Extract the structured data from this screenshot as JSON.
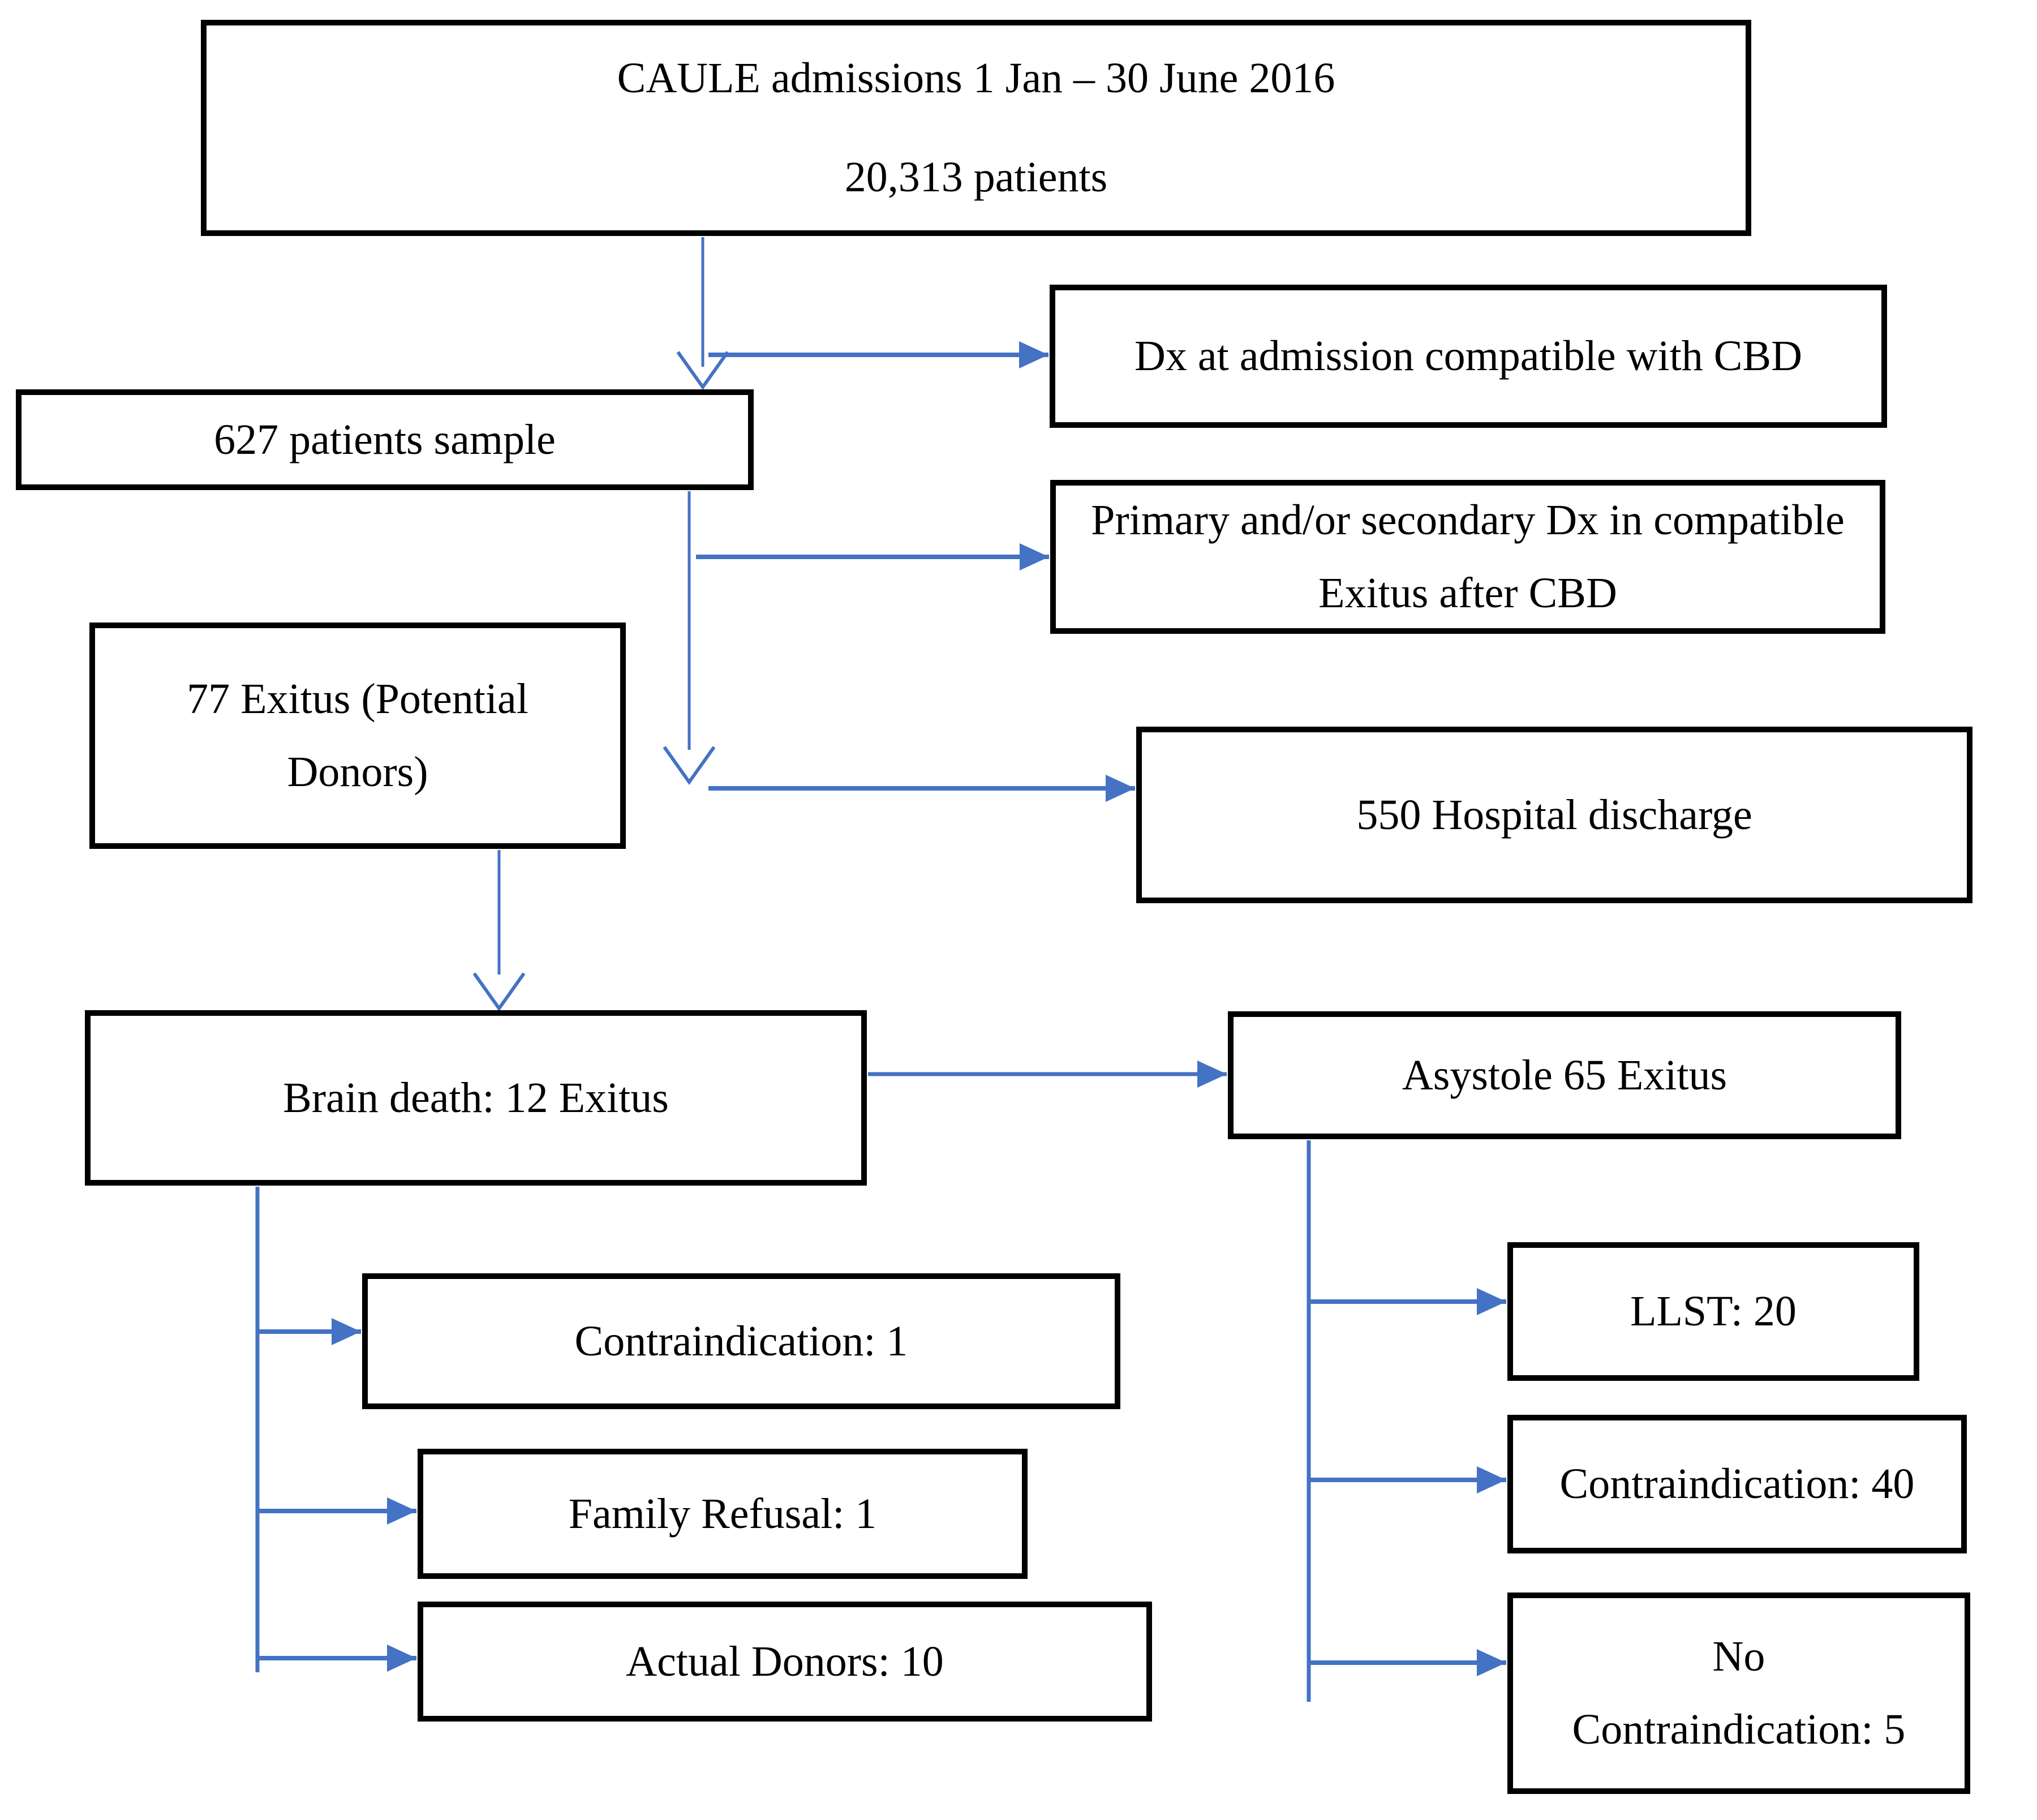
{
  "diagram": {
    "type": "flowchart",
    "colors": {
      "accent": "#4472C4",
      "box_border": "#000000",
      "background": "#FFFFFF",
      "text": "#000000"
    },
    "nodes": {
      "admissions": {
        "line1": "CAULE admissions 1 Jan – 30 June 2016",
        "line2": "20,313 patients"
      },
      "dx_admission": {
        "line1": "Dx at admission compatible with CBD"
      },
      "sample_627": {
        "line1": "627 patients sample"
      },
      "primary_dx": {
        "line1": "Primary and/or secondary Dx in compatible",
        "line2": "Exitus after CBD"
      },
      "exitus_77": {
        "line1": "77 Exitus (Potential",
        "line2": "Donors)"
      },
      "discharge_550": {
        "line1": "550 Hospital discharge"
      },
      "brain_death": {
        "line1": "Brain death: 12 Exitus"
      },
      "asystole": {
        "line1": "Asystole 65 Exitus"
      },
      "contraindication_1": {
        "line1": "Contraindication: 1"
      },
      "family_refusal": {
        "line1": "Family Refusal: 1"
      },
      "actual_donors": {
        "line1": "Actual Donors: 10"
      },
      "llst": {
        "line1": "LLST: 20"
      },
      "contraindication_40": {
        "line1": "Contraindication: 40"
      },
      "no_contraindication": {
        "line1": "No",
        "line2": "Contraindication: 5"
      }
    },
    "edges": [
      {
        "from": "admissions",
        "to": "dx_admission"
      },
      {
        "from": "admissions",
        "to": "sample_627"
      },
      {
        "from": "sample_627",
        "to": "primary_dx"
      },
      {
        "from": "sample_627",
        "to": "discharge_550"
      },
      {
        "from": "sample_627",
        "to": "exitus_77"
      },
      {
        "from": "exitus_77",
        "to": "brain_death"
      },
      {
        "from": "brain_death",
        "to": "asystole"
      },
      {
        "from": "brain_death",
        "to": "contraindication_1"
      },
      {
        "from": "brain_death",
        "to": "family_refusal"
      },
      {
        "from": "brain_death",
        "to": "actual_donors"
      },
      {
        "from": "asystole",
        "to": "llst"
      },
      {
        "from": "asystole",
        "to": "contraindication_40"
      },
      {
        "from": "asystole",
        "to": "no_contraindication"
      }
    ]
  }
}
